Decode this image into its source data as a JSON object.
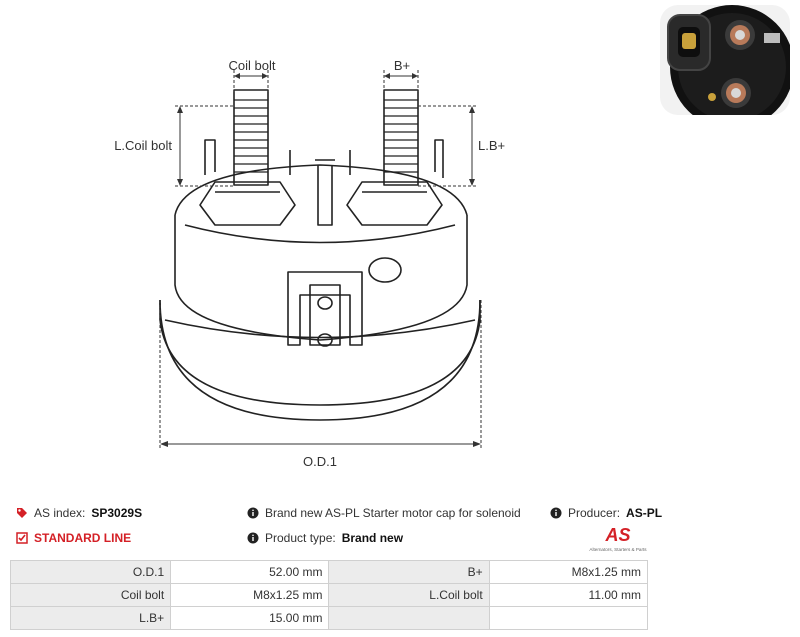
{
  "drawing": {
    "labels": {
      "coil_bolt": "Coil bolt",
      "b_plus": "B+",
      "l_coil_bolt": "L.Coil bolt",
      "l_b_plus": "L.B+",
      "od1": "O.D.1"
    }
  },
  "info": {
    "as_index_label": "AS index:",
    "as_index_value": "SP3029S",
    "standard_line": "STANDARD LINE",
    "description": "Brand new AS-PL Starter motor cap for solenoid",
    "product_type_label": "Product type:",
    "product_type_value": "Brand new",
    "producer_label": "Producer:",
    "producer_value": "AS-PL"
  },
  "logo": {
    "mark": "AS",
    "tagline": "Alternators, Starters & Parts"
  },
  "colors": {
    "accent": "#d42026",
    "table_key_bg": "#ececec",
    "border": "#d0d0d0"
  },
  "specs": [
    {
      "k1": "O.D.1",
      "v1": "52.00 mm",
      "k2": "B+",
      "v2": "M8x1.25 mm"
    },
    {
      "k1": "Coil bolt",
      "v1": "M8x1.25 mm",
      "k2": "L.Coil bolt",
      "v2": "11.00 mm"
    },
    {
      "k1": "L.B+",
      "v1": "15.00 mm",
      "k2": "",
      "v2": ""
    }
  ]
}
